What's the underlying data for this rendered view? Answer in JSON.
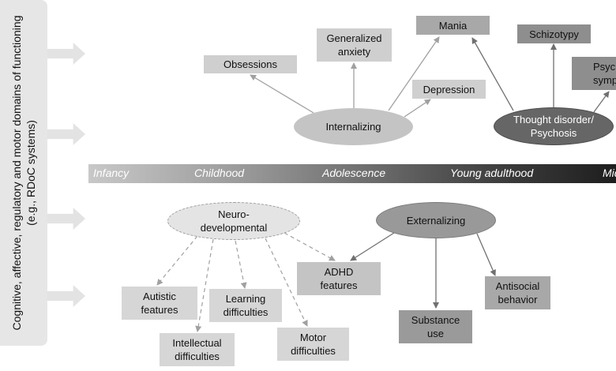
{
  "side_label": {
    "line1": "Cognitive, affective, regulatory and motor domains of functioning",
    "line2": "(e.g., RDoC systems)"
  },
  "timeline": {
    "stages": [
      "Infancy",
      "Childhood",
      "Adolescence",
      "Young adulthood",
      "Mid"
    ]
  },
  "spectra": {
    "internalizing": "Internalizing",
    "thought_disorder": "Thought disorder/\nPsychosis",
    "neurodevelopmental": "Neuro-\ndevelopmental",
    "externalizing": "Externalizing"
  },
  "syndromes": {
    "obsessions": "Obsessions",
    "generalized_anxiety": "Generalized\nanxiety",
    "mania": "Mania",
    "depression": "Depression",
    "schizotypy": "Schizotypy",
    "psychotic_symptoms": "Psyc\nsymp",
    "autistic_features": "Autistic\nfeatures",
    "intellectual_difficulties": "Intellectual\ndifficulties",
    "learning_difficulties": "Learning\ndifficulties",
    "motor_difficulties": "Motor\ndifficulties",
    "adhd_features": "ADHD\nfeatures",
    "substance_use": "Substance\nuse",
    "antisocial_behavior": "Antisocial\nbehavior"
  },
  "colors": {
    "light_box": "#cfcfcf",
    "mid_box": "#a8a8a8",
    "dark_box": "#8e8e8e",
    "internalizing_fill": "#c4c4c4",
    "thought_fill": "#666666",
    "externalizing_fill": "#999999",
    "neuro_fill": "#e4e4e4",
    "edge": "#a0a0a0"
  }
}
